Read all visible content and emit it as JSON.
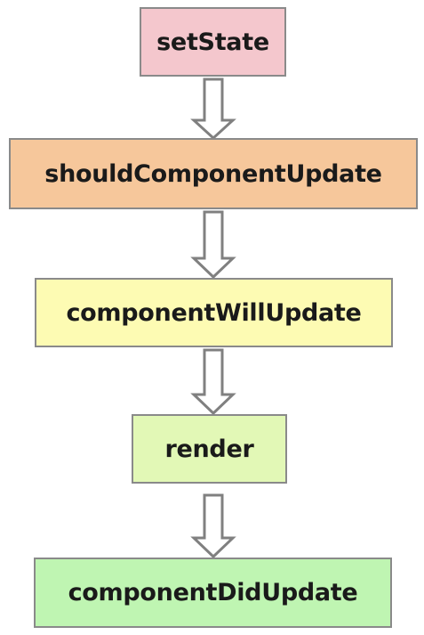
{
  "diagram": {
    "nodes": [
      {
        "label": "setState",
        "color": "#f4c7cd"
      },
      {
        "label": "shouldComponentUpdate",
        "color": "#f6c79b"
      },
      {
        "label": "componentWillUpdate",
        "color": "#fdfbb3"
      },
      {
        "label": "render",
        "color": "#e2f8b6"
      },
      {
        "label": "componentDidUpdate",
        "color": "#bff5b2"
      }
    ],
    "edges": [
      {
        "from": "setState",
        "to": "shouldComponentUpdate",
        "style": "hollow-down-arrow"
      },
      {
        "from": "shouldComponentUpdate",
        "to": "componentWillUpdate",
        "style": "hollow-down-arrow"
      },
      {
        "from": "componentWillUpdate",
        "to": "render",
        "style": "hollow-down-arrow"
      },
      {
        "from": "render",
        "to": "componentDidUpdate",
        "style": "hollow-down-arrow"
      }
    ],
    "border_color": "#8a8a8a",
    "arrow_color": "#808080"
  }
}
